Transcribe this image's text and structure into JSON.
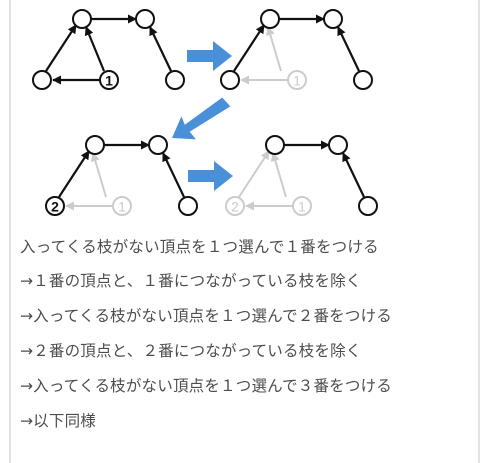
{
  "diagram": {
    "node_labels": {
      "one": "1",
      "two": "2"
    },
    "colors": {
      "line": "#111111",
      "faded": "#cccccc",
      "arrow_fill": "#4a90d9"
    }
  },
  "steps": [
    "入ってくる枝がない頂点を１つ選んで１番をつける",
    "→１番の頂点と、１番につながっている枝を除く",
    "→入ってくる枝がない頂点を１つ選んで２番をつける",
    "→２番の頂点と、２番につながっている枝を除く",
    "→入ってくる枝がない頂点を１つ選んで３番をつける",
    "→以下同様"
  ]
}
